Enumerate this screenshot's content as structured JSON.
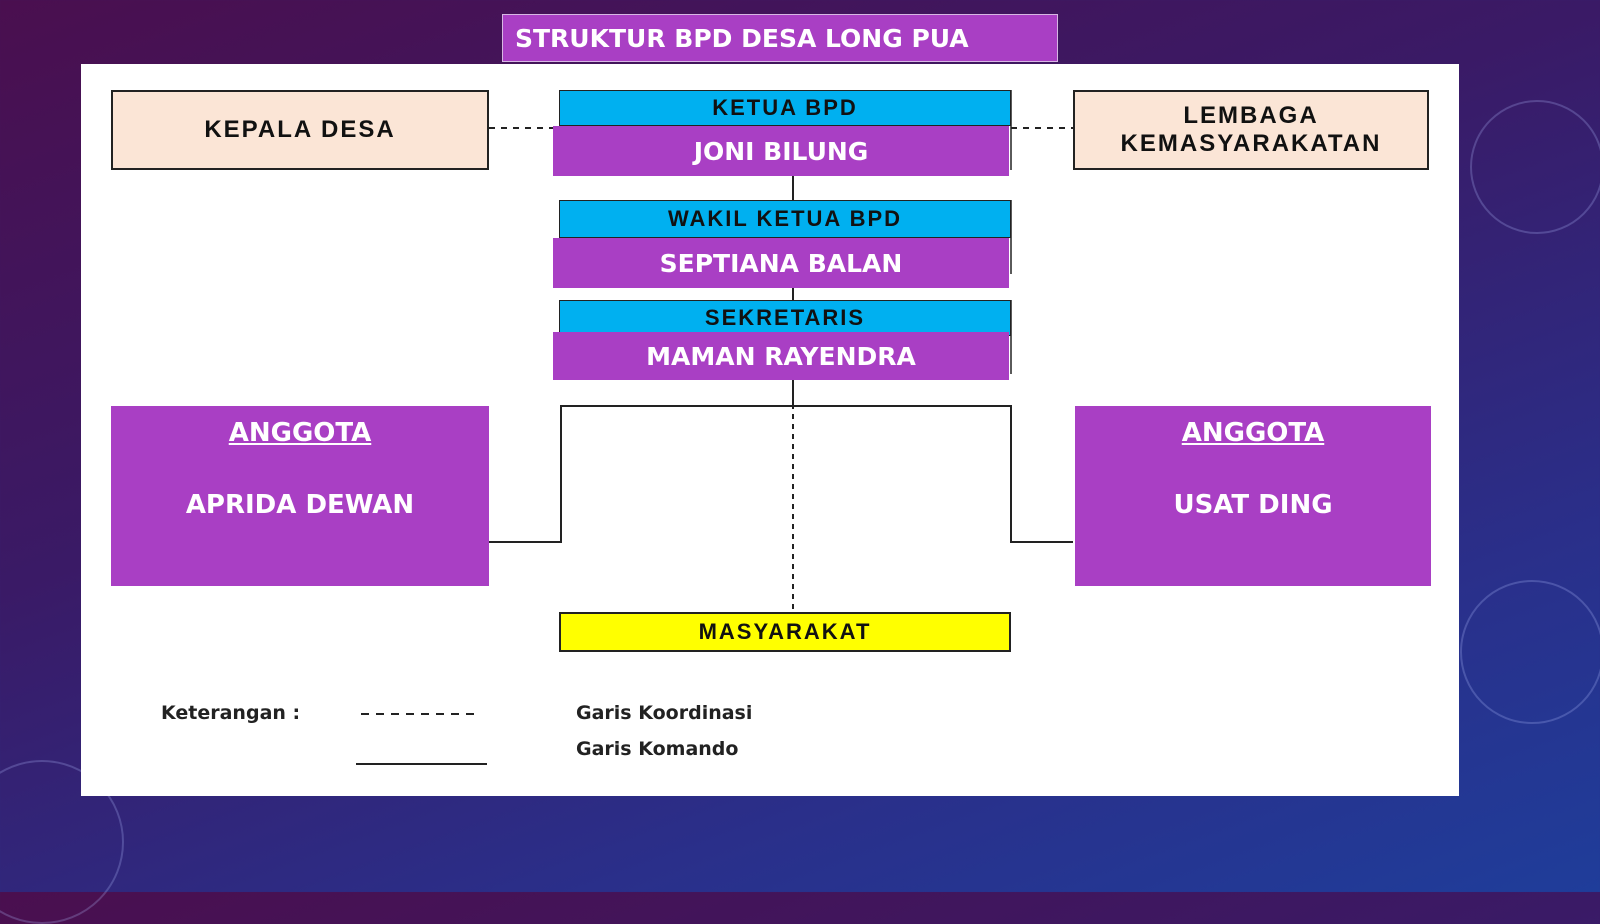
{
  "slide_title": "STRUKTUR BPD DESA LONG PUA",
  "kepala_desa": "KEPALA DESA",
  "lembaga": {
    "line1": "LEMBAGA",
    "line2": "KEMASYARAKATAN"
  },
  "ketua": {
    "role": "KETUA BPD",
    "name": "JONI BILUNG"
  },
  "wakil": {
    "role": "WAKIL KETUA BPD",
    "name": "SEPTIANA BALAN"
  },
  "sekretaris": {
    "role": "SEKRETARIS",
    "name": "MAMAN RAYENDRA"
  },
  "anggota_left": {
    "role": "ANGGOTA",
    "name": "APRIDA DEWAN"
  },
  "anggota_right": {
    "role": "ANGGOTA",
    "name": "USAT DING"
  },
  "masyarakat": "MASYARAKAT",
  "legend": {
    "title": "Keterangan :",
    "dashed_label": "Garis Koordinasi",
    "solid_label": "Garis Komando"
  },
  "colors": {
    "purple": "#a93fc4",
    "cyan": "#00b0f0",
    "peach": "#fbe5d6",
    "yellow": "#ffff00"
  }
}
